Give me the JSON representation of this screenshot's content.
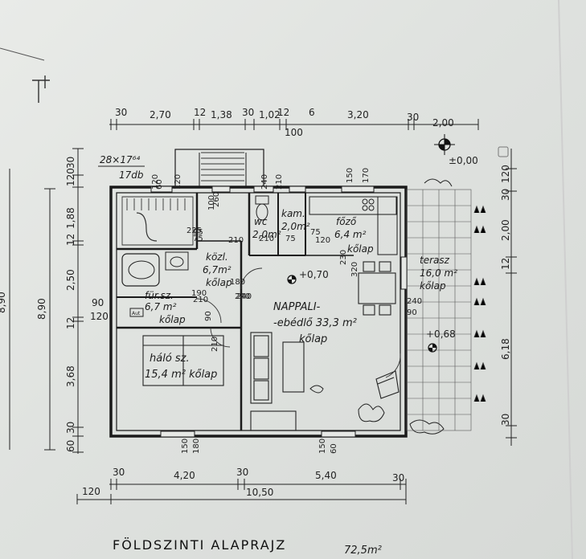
{
  "top_dims": [
    "30",
    "2,70",
    "12",
    "1,38",
    "30",
    "1,02",
    "12",
    "6",
    "3,20",
    "30",
    "2,00"
  ],
  "top_sub": "100",
  "bottom_dims": [
    "30",
    "4,20",
    "30",
    "5,40",
    "30"
  ],
  "bottom_outer": [
    "120",
    "10,50"
  ],
  "left_dims": [
    "30",
    "120",
    "1,88",
    "12",
    "2,50",
    "12",
    "3,68",
    "30",
    "60"
  ],
  "left_total": "8,90",
  "left_far": "8,90",
  "left_side": [
    "90",
    "120"
  ],
  "right_dims": [
    "30",
    "120",
    "2,00",
    "12",
    "6,18",
    "30"
  ],
  "level_0": "±0,00",
  "level_070": "+0,70",
  "level_068": "+0,68",
  "stair_note": "28×17⁶⁴",
  "stair_count": "17db",
  "rooms": {
    "kozl": [
      "közl.",
      "6,7m²",
      "kőlap"
    ],
    "wc": [
      "wc",
      "2,0m²"
    ],
    "kam": [
      "kam.",
      "2,0m²"
    ],
    "fozo": [
      "főző",
      "6,4 m²",
      "kőlap"
    ],
    "nappali": [
      "NAPPALI-",
      "-ebédlő 33,3 m²",
      "kőlap"
    ],
    "terasz": [
      "terasz",
      "16,0 m²",
      "kőlap"
    ],
    "furdo": [
      "für.sz.",
      "6,7 m²",
      "kőlap"
    ],
    "halo": [
      "háló sz.",
      "15,4 m² kőlap"
    ]
  },
  "small_dims": [
    "120",
    "60",
    "75",
    "225",
    "210",
    "180",
    "240",
    "260",
    "240",
    "210",
    "75",
    "210",
    "75",
    "120",
    "150",
    "170",
    "230",
    "320",
    "240",
    "90",
    "210",
    "90",
    "190",
    "150",
    "180",
    "150",
    "60",
    "120",
    "100",
    "210",
    "240",
    "95"
  ],
  "title": "FÖLDSZINTI  ALAPRAJZ",
  "area": "72,5m²"
}
